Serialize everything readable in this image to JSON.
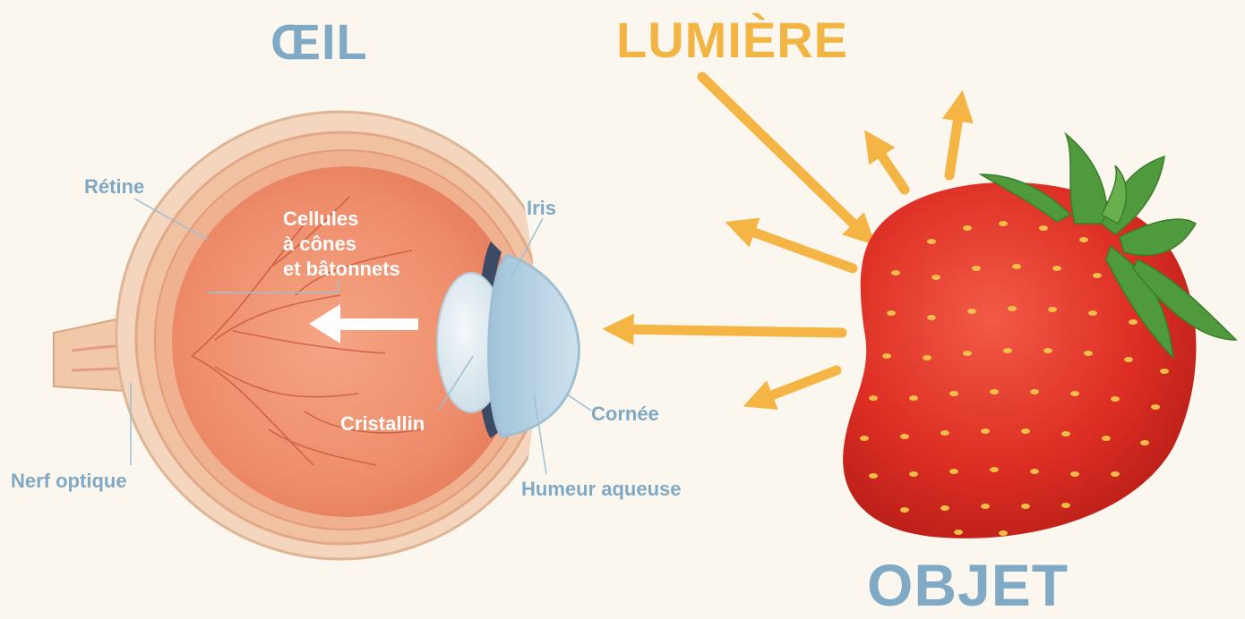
{
  "titles": {
    "eye": "ŒIL",
    "light": "LUMIÈRE",
    "object": "OBJET"
  },
  "labels": {
    "retina": "Rétine",
    "cells_line1": "Cellules",
    "cells_line2": "à cônes",
    "cells_line3": "et bâtonnets",
    "iris": "Iris",
    "lens": "Cristallin",
    "cornea": "Cornée",
    "aqueous_humor": "Humeur aqueuse",
    "optic_nerve": "Nerf optique"
  },
  "colors": {
    "background": "#fbf7ee",
    "blue_labels": "#7fa9c4",
    "light_arrows": "#f4b545",
    "strawberry": "#e0322a",
    "seeds": "#f3c74a",
    "leaves": "#4f9a3c"
  }
}
